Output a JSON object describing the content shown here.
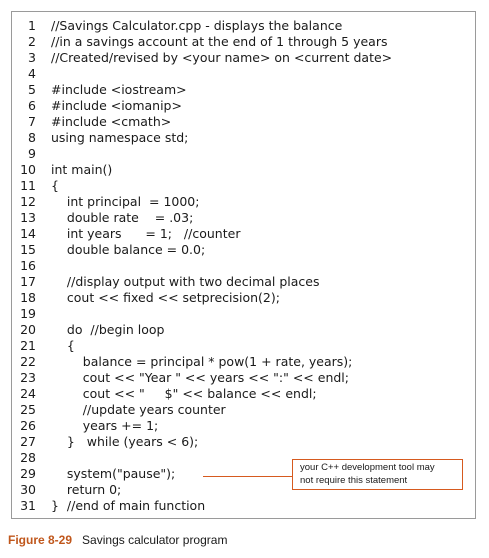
{
  "code_lines": [
    {
      "num": "1",
      "text": "//Savings Calculator.cpp - displays the balance"
    },
    {
      "num": "2",
      "text": "//in a savings account at the end of 1 through 5 years"
    },
    {
      "num": "3",
      "text": "//Created/revised by <your name> on <current date>"
    },
    {
      "num": "4",
      "text": ""
    },
    {
      "num": "5",
      "text": "#include <iostream>"
    },
    {
      "num": "6",
      "text": "#include <iomanip>"
    },
    {
      "num": "7",
      "text": "#include <cmath>"
    },
    {
      "num": "8",
      "text": "using namespace std;"
    },
    {
      "num": "9",
      "text": ""
    },
    {
      "num": "10",
      "text": "int main()"
    },
    {
      "num": "11",
      "text": "{"
    },
    {
      "num": "12",
      "text": "    int principal  = 1000;"
    },
    {
      "num": "13",
      "text": "    double rate    = .03;"
    },
    {
      "num": "14",
      "text": "    int years      = 1;   //counter"
    },
    {
      "num": "15",
      "text": "    double balance = 0.0;"
    },
    {
      "num": "16",
      "text": ""
    },
    {
      "num": "17",
      "text": "    //display output with two decimal places"
    },
    {
      "num": "18",
      "text": "    cout << fixed << setprecision(2);"
    },
    {
      "num": "19",
      "text": ""
    },
    {
      "num": "20",
      "text": "    do  //begin loop"
    },
    {
      "num": "21",
      "text": "    {"
    },
    {
      "num": "22",
      "text": "        balance = principal * pow(1 + rate, years);"
    },
    {
      "num": "23",
      "text": "        cout << \"Year \" << years << \":\" << endl;"
    },
    {
      "num": "24",
      "text": "        cout << \"     $\" << balance << endl;"
    },
    {
      "num": "25",
      "text": "        //update years counter"
    },
    {
      "num": "26",
      "text": "        years += 1;"
    },
    {
      "num": "27",
      "text": "    }   while (years < 6);"
    },
    {
      "num": "28",
      "text": ""
    },
    {
      "num": "29",
      "text": "    system(\"pause\");"
    },
    {
      "num": "30",
      "text": "    return 0;"
    },
    {
      "num": "31",
      "text": "}  //end of main function"
    }
  ],
  "callout": {
    "line1": "your C++ development tool may",
    "line2": "not require this statement"
  },
  "caption": {
    "label": "Figure 8-29",
    "text": "Savings calculator program"
  },
  "colors": {
    "accent": "#d65a1f",
    "caption_label": "#c0571c"
  }
}
